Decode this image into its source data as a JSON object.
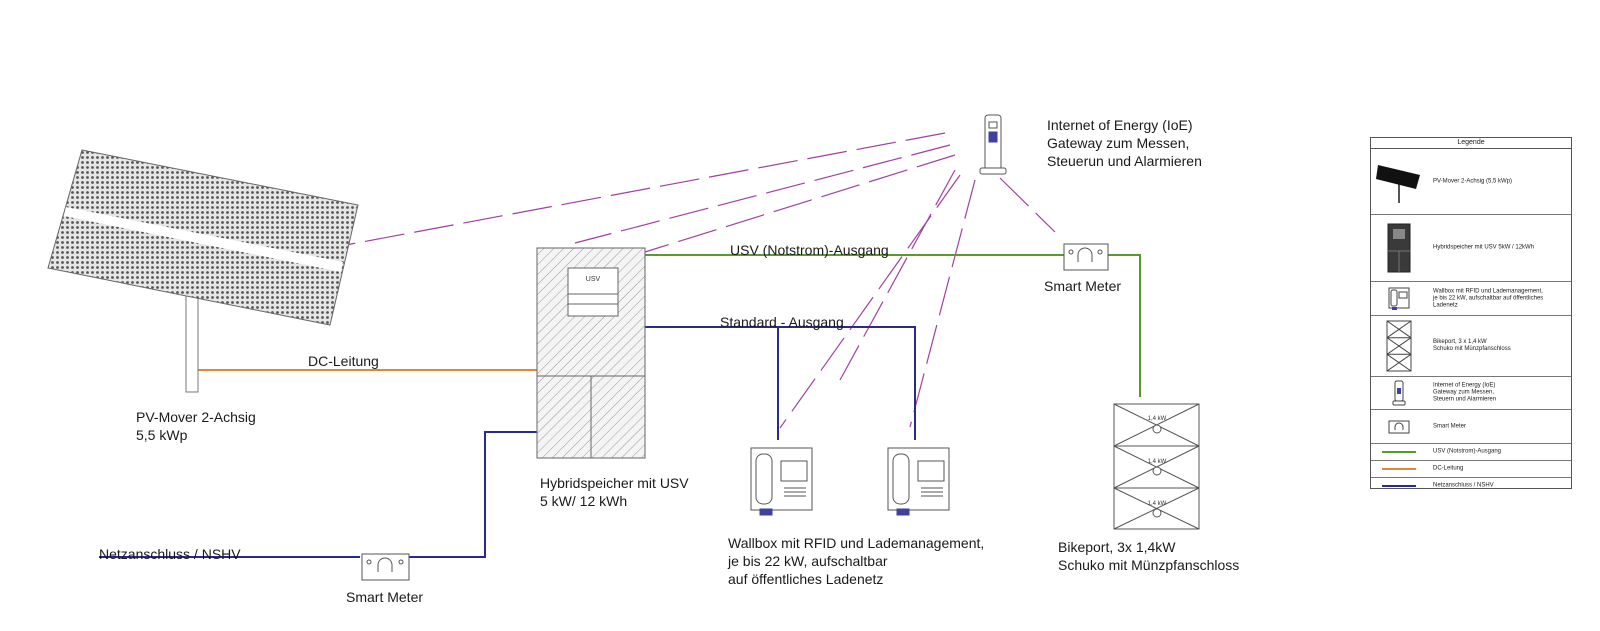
{
  "labels": {
    "ioe_l1": "Internet of Energy (IoE)",
    "ioe_l2": "Gateway zum Messen,",
    "ioe_l3": "Steuerun und Alarmieren",
    "usv_out": "USV (Notstrom)-Ausgang",
    "std_out": "Standard - Ausgang",
    "smart_meter_top": "Smart Meter",
    "smart_meter_bottom": "Smart Meter",
    "dc_line": "DC-Leitung",
    "pv_l1": "PV-Mover 2-Achsig",
    "pv_l2": "5,5 kWp",
    "hybrid_l1": "Hybridspeicher mit USV",
    "hybrid_l2": "5 kW/ 12 kWh",
    "usv_box": "USV",
    "wallbox_l1": "Wallbox mit RFID und Lademanagement,",
    "wallbox_l2": "je bis 22 kW, aufschaltbar",
    "wallbox_l3": "auf öffentliches Ladenetz",
    "bike_l1": "Bikeport, 3x 1,4kW",
    "bike_l2": "Schuko mit Münzpfanschloss",
    "bike_kw1": "1,4 kW",
    "bike_kw2": "1,4 kW",
    "bike_kw3": "1,4 kW",
    "netz": "Netzanschluss / NSHV"
  },
  "legend": {
    "title": "Legende",
    "rows": [
      {
        "label": "PV-Mover 2-Achsig (5,5 kWp)",
        "symbol": "pv-mover"
      },
      {
        "label": "Hybridspeicher mit USV 5kW / 12kWh",
        "symbol": "hybrid-storage"
      },
      {
        "label": "Wallbox mit RFID und Lademanagement,\nje bis 22 kW, aufschaltbar auf öffentliches\nLadenetz",
        "symbol": "wallbox"
      },
      {
        "label": "Bikeport, 3 x 1,4 kW\nSchuko mit Münzpfanschloss",
        "symbol": "bikeport"
      },
      {
        "label": "Internet of Energy (IoE)\nGateway zum Messen,\nSteuern und Alarmieren",
        "symbol": "ioe-gateway"
      },
      {
        "label": "Smart Meter",
        "symbol": "smart-meter"
      },
      {
        "label": "USV (Notstrom)-Ausgang",
        "symbol": "line",
        "color": "#5a9a2a"
      },
      {
        "label": "DC-Leitung",
        "symbol": "line",
        "color": "#d98a3a"
      },
      {
        "label": "Netzanschluss / NSHV",
        "symbol": "line",
        "color": "#2a2a8a"
      }
    ]
  },
  "colors": {
    "usv_line": "#5a9a2a",
    "dc_line": "#d98a3a",
    "grid_line": "#2a2a8a",
    "standard_line": "#2a2a8a",
    "iot_link": "#a040a0"
  }
}
